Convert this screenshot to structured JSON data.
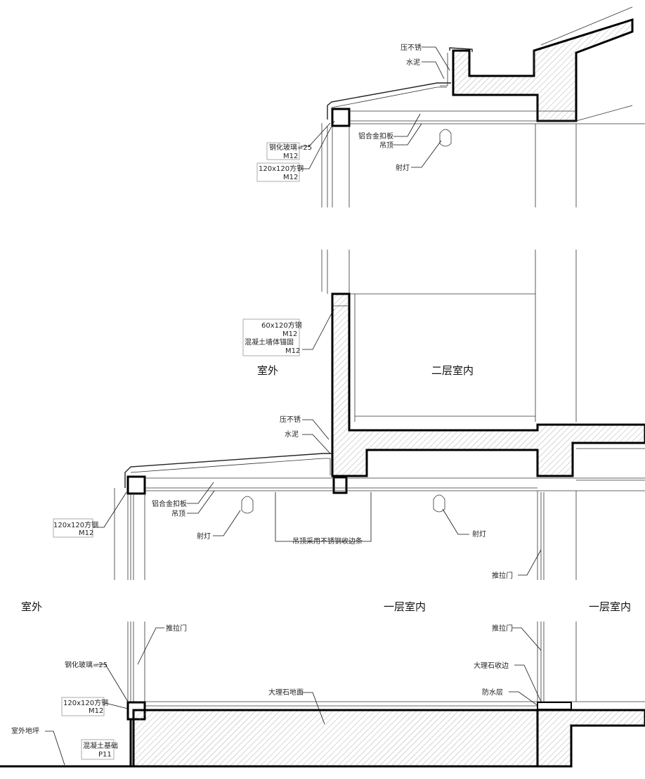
{
  "rooms": {
    "outdoor_upper": "室外",
    "second_floor_indoor": "二层室内",
    "outdoor_lower": "室外",
    "first_floor_indoor": "一层室内",
    "first_floor_indoor_right": "一层室内"
  },
  "detail_top": {
    "flashing_1": "压不锈",
    "flashing_2": "水泥",
    "board_1": "铝合金扣板",
    "board_2": "吊顶",
    "lamp": "射灯",
    "glass_1": "钢化玻璃=25",
    "glass_2": "M12",
    "steel_1": "120x120方钢",
    "steel_2": "M12"
  },
  "detail_mid": {
    "steel_tag_1": "60x120方钢",
    "steel_tag_2": "M12",
    "steel_tag_3": "混凝土墙体锚固",
    "steel_tag_4": "M12",
    "flashing_1": "压不锈",
    "flashing_2": "水泥",
    "board_1": "铝合金扣板",
    "board_2": "吊顶",
    "steel_1": "120x120方钢",
    "steel_2": "M12",
    "lamp_left": "射灯",
    "ceiling_note": "吊顶采用不锈钢收边条",
    "lamp_right": "射灯",
    "door_label": "推拉门"
  },
  "detail_bottom": {
    "sliding_door": "推拉门",
    "glass": "钢化玻璃=25",
    "steel_1": "120x120方钢",
    "steel_2": "M12",
    "ground": "室外地坪",
    "base_1": "混凝土基础",
    "base_2": "P11",
    "floor_finish": "大理石地面",
    "door_right": "推拉门",
    "stone_edge": "大理石收边",
    "waterproof": "防水层"
  }
}
